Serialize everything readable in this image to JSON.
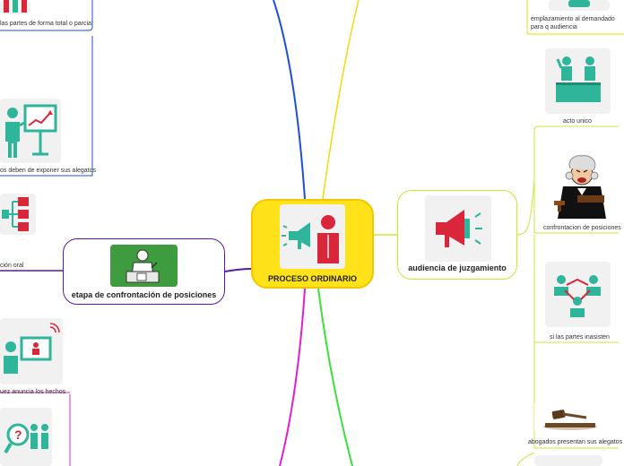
{
  "colors": {
    "central_fill": "#FFE21A",
    "central_border": "#F5C500",
    "yellow_branch": "#F5D90A",
    "green_branch": "#B5E61D",
    "magenta_branch": "#E020D0",
    "blue_branch": "#1F4FD8",
    "purple_branch": "#5A1AA0",
    "lime_branch": "#3CE03C",
    "icon_teal": "#2FB59A",
    "icon_red": "#D9263A"
  },
  "central": {
    "title": "PROCESO ORDINARIO"
  },
  "nodes": {
    "audiencia": {
      "title": "audiencia de juzgamiento"
    },
    "etapa": {
      "title": "etapa de confrontación de posiciones"
    }
  },
  "labels": {
    "partes_total_parcial": "las partes de forma total o parcial",
    "deben_exponer": "os deben de exponer sus alegatos",
    "cion_oral": "ción oral",
    "juez_anuncia": "uez anuncia los hechos",
    "emplazamiento": "emplazamiento al demandado para q audiencia",
    "acto_unico": "acto unico",
    "confrontacion": "confrontacion de posiciones",
    "si_partes_asisten": "si las partes inasisten",
    "abogados_alegatos": "abogados presentan sus alegatos"
  },
  "icons": {
    "central": "megaphone-person-icon",
    "audiencia": "megaphone-icon",
    "etapa": "judge-bench-icon",
    "partes": "people-icon",
    "presenter": "presentation-icon",
    "hierarchy": "hierarchy-icon",
    "screen": "video-screen-icon",
    "question": "question-search-icon",
    "emplaza": "teal-figure-icon",
    "acto": "audience-icon",
    "judge": "angry-judge-icon",
    "meeting": "meeting-icon",
    "gavel": "gavel-icon"
  }
}
